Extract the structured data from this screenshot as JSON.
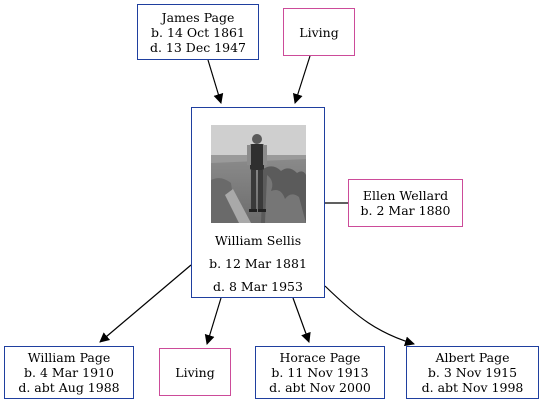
{
  "colors": {
    "male_border": "#1f3f9f",
    "female_border": "#cc4b99",
    "edge": "#000000"
  },
  "parents": {
    "father": {
      "name": "James Page",
      "born": "b. 14 Oct 1861",
      "died": "d. 13 Dec 1947"
    },
    "mother": {
      "name": "Living"
    }
  },
  "subject": {
    "name": "William Sellis",
    "born": "b. 12 Mar 1881",
    "died": "d. 8 Mar 1953"
  },
  "spouse": {
    "name": "Ellen Wellard",
    "born": "b. 2 Mar 1880"
  },
  "children": [
    {
      "name": "William Page",
      "born": "b. 4 Mar 1910",
      "died": "d. abt Aug 1988"
    },
    {
      "name": "Living"
    },
    {
      "name": "Horace Page",
      "born": "b. 11 Nov 1913",
      "died": "d. abt Nov 2000"
    },
    {
      "name": "Albert Page",
      "born": "b. 3 Nov 1915",
      "died": "d. abt Nov 1998"
    }
  ]
}
